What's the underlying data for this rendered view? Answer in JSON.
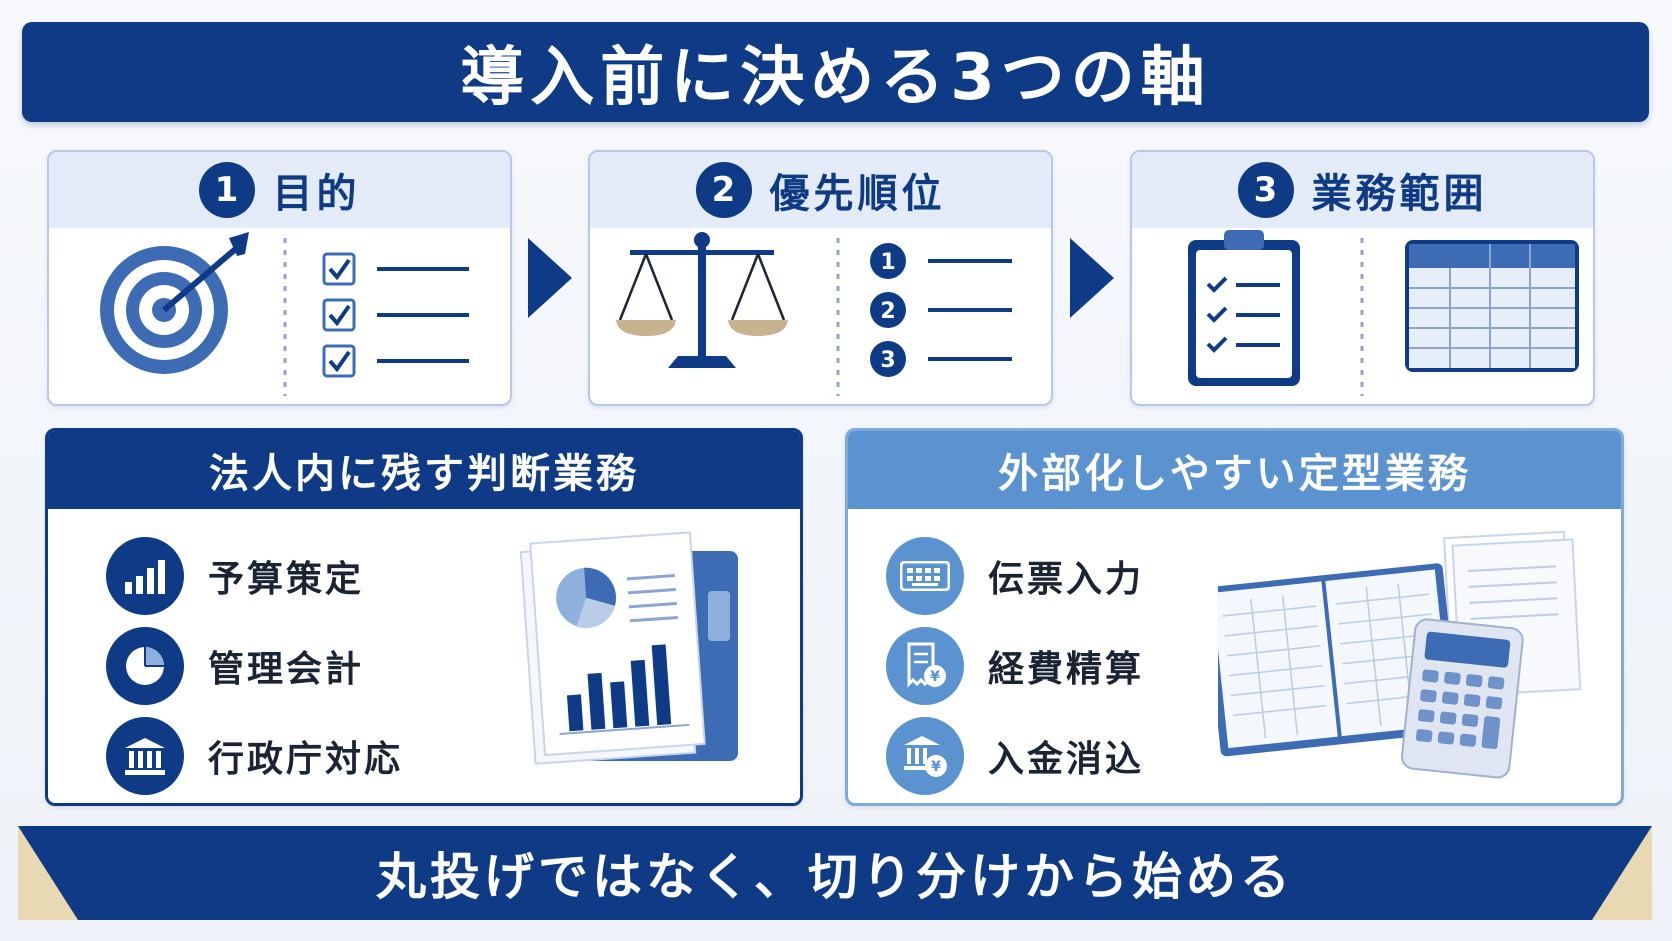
{
  "title": "導入前に決める3つの軸",
  "axes": [
    {
      "num": "1",
      "label": "目的",
      "icons": [
        "target-icon",
        "checklist-icon"
      ]
    },
    {
      "num": "2",
      "label": "優先順位",
      "icons": [
        "balance-scale-icon",
        "ranked-list-icon"
      ],
      "ranks": [
        "1",
        "2",
        "3"
      ]
    },
    {
      "num": "3",
      "label": "業務範囲",
      "icons": [
        "clipboard-checklist-icon",
        "table-grid-icon"
      ]
    }
  ],
  "internal": {
    "title": "法人内に残す判断業務",
    "items": [
      {
        "label": "予算策定",
        "icon": "bar-chart-icon"
      },
      {
        "label": "管理会計",
        "icon": "pie-chart-icon"
      },
      {
        "label": "行政庁対応",
        "icon": "government-building-icon"
      }
    ],
    "illustration": "report-folder-icon"
  },
  "external": {
    "title": "外部化しやすい定型業務",
    "items": [
      {
        "label": "伝票入力",
        "icon": "keyboard-icon"
      },
      {
        "label": "経費精算",
        "icon": "receipt-yen-icon"
      },
      {
        "label": "入金消込",
        "icon": "bank-yen-icon"
      }
    ],
    "illustration": "ledger-calculator-icon"
  },
  "footer": "丸投げではなく、切り分けから始める",
  "colors": {
    "navy": "#0f3b86",
    "light_blue": "#5b92d0",
    "pale_blue": "#e2ebf7",
    "beige": "#e9d9b3"
  }
}
